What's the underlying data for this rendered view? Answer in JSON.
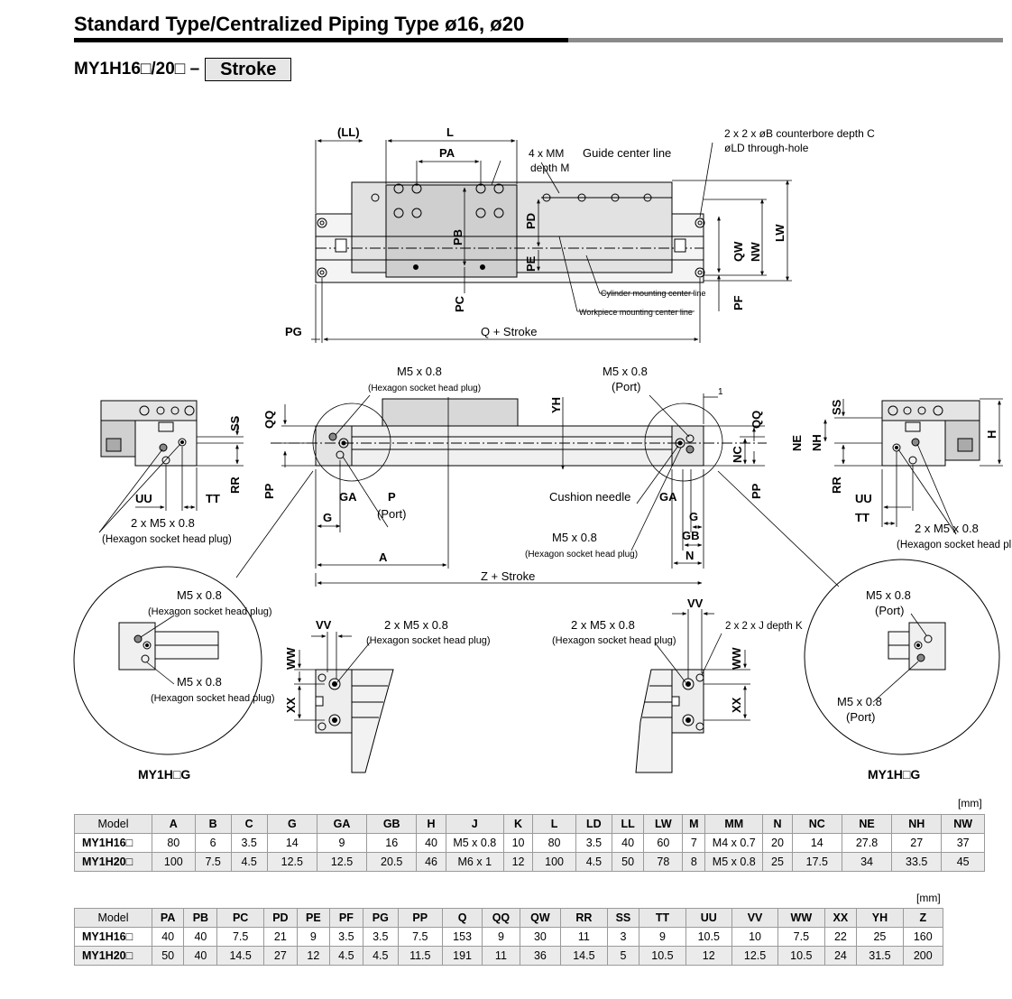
{
  "header": {
    "title": "Standard Type/Centralized Piping Type ø16, ø20",
    "model_code": "MY1H16□/20□ –",
    "stroke_box": "Stroke"
  },
  "drawing": {
    "top_view": {
      "labels": [
        "(LL)",
        "L",
        "PA",
        "4 x MM",
        "depth M",
        "Guide center line",
        "2 x 2 x øB counterbore depth C",
        "øLD through-hole",
        "PB",
        "PD",
        "PE",
        "PC",
        "QW",
        "NW",
        "LW",
        "PF",
        "PG",
        "Q + Stroke",
        "Cylinder mounting center line",
        "Workpiece mounting center line"
      ]
    },
    "front_view": {
      "labels": [
        "M5 x 0.8",
        "(Hexagon socket head plug)",
        "YH",
        "M5 x 0.8",
        "(Port)",
        "1",
        "QQ",
        "PP",
        "GA",
        "P",
        "(Port)",
        "G",
        "A",
        "Z + Stroke",
        "Cushion needle",
        "GA",
        "G",
        "GB",
        "N",
        "M5 x 0.8",
        "(Hexagon socket head plug)",
        "QQ",
        "NC",
        "PP"
      ]
    },
    "left_end_view": {
      "labels": [
        "SS",
        "RR",
        "UU",
        "TT",
        "2 x M5 x 0.8",
        "(Hexagon socket head plug)"
      ]
    },
    "right_end_view": {
      "labels": [
        "SS",
        "NE",
        "NH",
        "H",
        "RR",
        "UU",
        "TT",
        "2 x M5 x 0.8",
        "(Hexagon socket head plug)"
      ]
    },
    "detail_left": {
      "labels": [
        "M5 x 0.8",
        "(Hexagon socket head plug)",
        "M5 x 0.8",
        "(Hexagon socket head plug)"
      ],
      "caption": "MY1H□G"
    },
    "detail_right": {
      "labels": [
        "M5 x 0.8",
        "(Port)",
        "M5 x 0.8",
        "(Port)"
      ],
      "caption": "MY1H□G"
    },
    "bottom_left_view": {
      "labels": [
        "VV",
        "WW",
        "XX",
        "2 x M5 x 0.8",
        "(Hexagon socket head plug)"
      ]
    },
    "bottom_right_view": {
      "labels": [
        "VV",
        "WW",
        "XX",
        "2 x M5 x 0.8",
        "(Hexagon socket head plug)",
        "2 x 2 x J depth K"
      ]
    }
  },
  "table1": {
    "unit": "[mm]",
    "headers": [
      "Model",
      "A",
      "B",
      "C",
      "G",
      "GA",
      "GB",
      "H",
      "J",
      "K",
      "L",
      "LD",
      "LL",
      "LW",
      "M",
      "MM",
      "N",
      "NC",
      "NE",
      "NH",
      "NW"
    ],
    "rows": [
      [
        "MY1H16□",
        "80",
        "6",
        "3.5",
        "14",
        "9",
        "16",
        "40",
        "M5 x 0.8",
        "10",
        "80",
        "3.5",
        "40",
        "60",
        "7",
        "M4 x 0.7",
        "20",
        "14",
        "27.8",
        "27",
        "37"
      ],
      [
        "MY1H20□",
        "100",
        "7.5",
        "4.5",
        "12.5",
        "12.5",
        "20.5",
        "46",
        "M6 x 1",
        "12",
        "100",
        "4.5",
        "50",
        "78",
        "8",
        "M5 x 0.8",
        "25",
        "17.5",
        "34",
        "33.5",
        "45"
      ]
    ]
  },
  "table2": {
    "unit": "[mm]",
    "headers": [
      "Model",
      "PA",
      "PB",
      "PC",
      "PD",
      "PE",
      "PF",
      "PG",
      "PP",
      "Q",
      "QQ",
      "QW",
      "RR",
      "SS",
      "TT",
      "UU",
      "VV",
      "WW",
      "XX",
      "YH",
      "Z"
    ],
    "rows": [
      [
        "MY1H16□",
        "40",
        "40",
        "7.5",
        "21",
        "9",
        "3.5",
        "3.5",
        "7.5",
        "153",
        "9",
        "30",
        "11",
        "3",
        "9",
        "10.5",
        "10",
        "7.5",
        "22",
        "25",
        "160"
      ],
      [
        "MY1H20□",
        "50",
        "40",
        "14.5",
        "27",
        "12",
        "4.5",
        "4.5",
        "11.5",
        "191",
        "11",
        "36",
        "14.5",
        "5",
        "10.5",
        "12",
        "12.5",
        "10.5",
        "24",
        "31.5",
        "200"
      ]
    ]
  }
}
